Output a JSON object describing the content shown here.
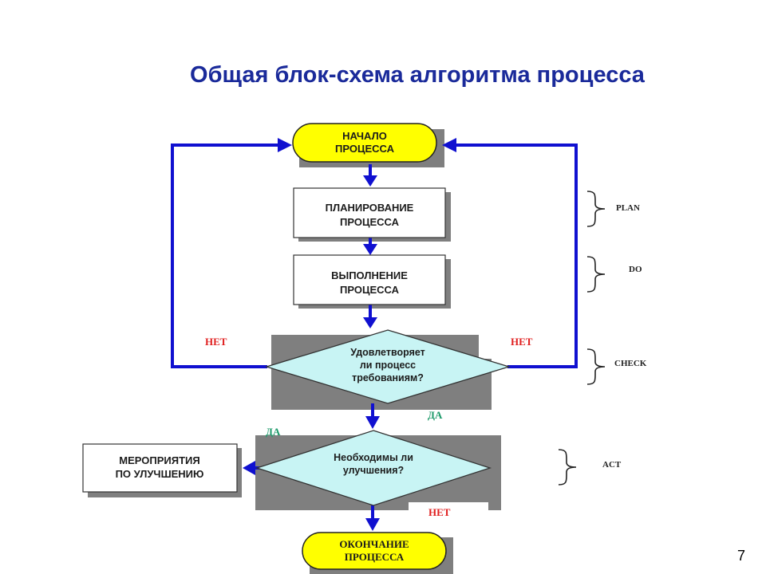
{
  "title": "Общая блок-схема алгоритма процесса",
  "nodes": {
    "start": [
      "НАЧАЛО",
      "ПРОЦЕССА"
    ],
    "plan": [
      "ПЛАНИРОВАНИЕ",
      "ПРОЦЕССА"
    ],
    "do": [
      "ВЫПОЛНЕНИЕ",
      "ПРОЦЕССА"
    ],
    "check": [
      "Удовлетворяет",
      "ли процесс",
      "требованиям?"
    ],
    "act": [
      "Необходимы ли",
      "улучшения?"
    ],
    "improve": [
      "МЕРОПРИЯТИЯ",
      "ПО УЛУЧШЕНИЮ"
    ],
    "end": [
      "ОКОНЧАНИЕ",
      "ПРОЦЕССА"
    ]
  },
  "labels": {
    "no_left": "НЕТ",
    "no_right": "НЕТ",
    "yes_check": "ДА",
    "yes_act": "ДА",
    "no_act": "НЕТ"
  },
  "phases": {
    "plan": "PLAN",
    "do": "DO",
    "check": "CHECK",
    "act": "ACT"
  },
  "colors": {
    "title": "#1a2a9a",
    "arrow": "#1010d0",
    "terminal_fill": "#ffff00",
    "diamond_fill": "#c8f4f4",
    "shadow": "#7f7f7f",
    "no_label": "#e02020",
    "yes_label": "#1d9a6a"
  },
  "page_number": "7"
}
